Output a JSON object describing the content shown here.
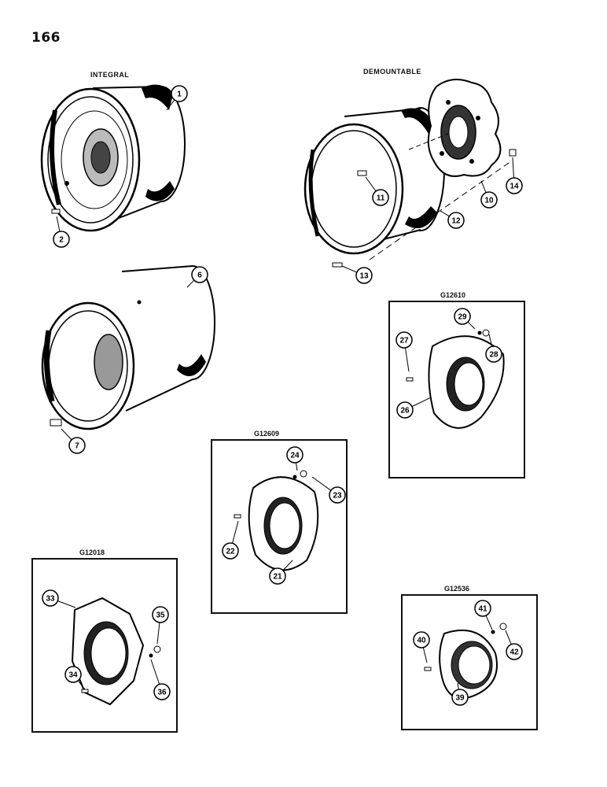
{
  "page_number": "166",
  "headings": {
    "integral": "INTEGRAL",
    "demountable": "DEMOUNTABLE"
  },
  "panel_labels": {
    "g12610": "G12610",
    "g12609": "G12609",
    "g12018": "G12018",
    "g12536": "G12536"
  },
  "callouts": [
    "1",
    "2",
    "6",
    "7",
    "10",
    "11",
    "12",
    "13",
    "14",
    "21",
    "22",
    "23",
    "24",
    "26",
    "27",
    "28",
    "29",
    "33",
    "34",
    "35",
    "36",
    "39",
    "40",
    "41",
    "42"
  ]
}
